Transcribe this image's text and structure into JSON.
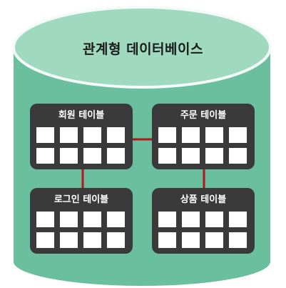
{
  "database": {
    "title": "관계형 데이터베이스",
    "colors": {
      "body": "#6abf9e",
      "top": "#9ed9c0",
      "rim": "#f4fbf8",
      "table": "#3a3a3a",
      "cell": "#ffffff",
      "relation": "#b3161b"
    }
  },
  "tables": {
    "member": {
      "title": "회원 테이블"
    },
    "order": {
      "title": "주문 테이블"
    },
    "login": {
      "title": "로그인 테이블"
    },
    "product": {
      "title": "상품 테이블"
    }
  }
}
